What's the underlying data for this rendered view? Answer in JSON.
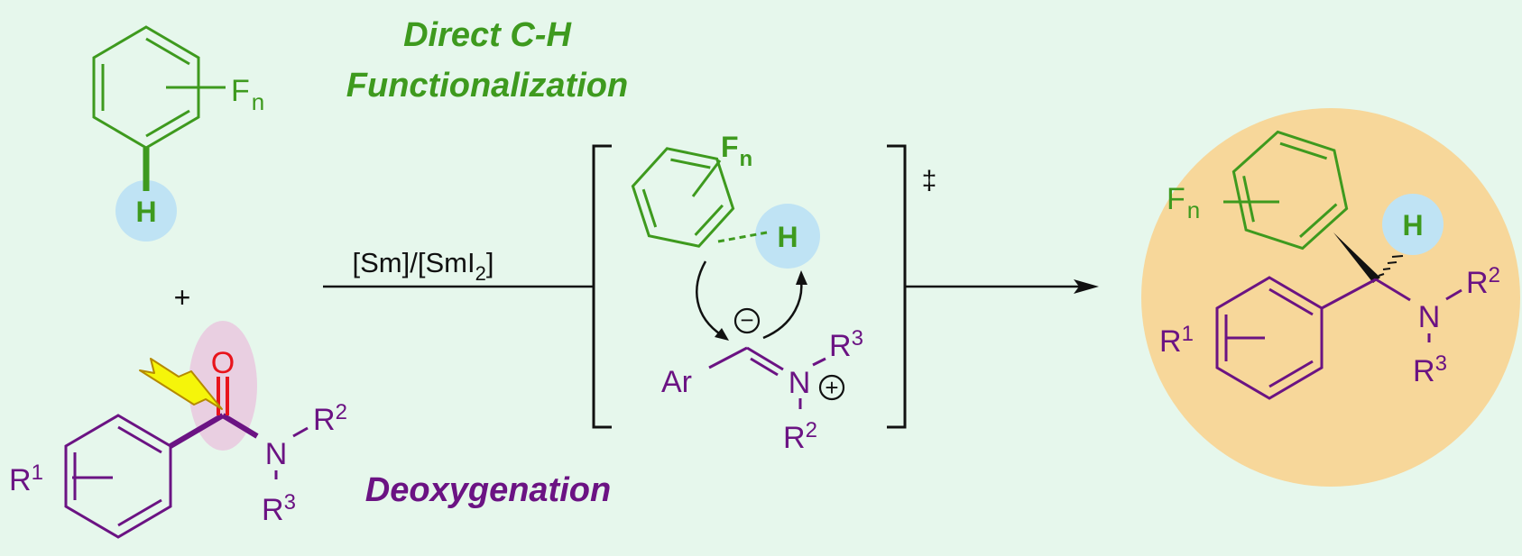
{
  "colors": {
    "background": "#e6f7ec",
    "green": "#3e9a1e",
    "purple": "#6b1383",
    "black": "#111111",
    "red": "#e8141c",
    "h_highlight": "#bfe3f4",
    "o_highlight": "#e9cfe1",
    "product_circle": "#f7d79a",
    "bolt_fill": "#f5f50a",
    "bolt_stroke": "#b58a00"
  },
  "labels": {
    "ch_line1": "Direct C-H",
    "ch_line2": "Functionalization",
    "deoxy": "Deoxygenation",
    "plus": "+",
    "reagent": "[Sm]/[SmI",
    "reagent_sub": "2",
    "reagent_end": "]",
    "dagger": "‡"
  },
  "arene": {
    "F": "F",
    "n": "n",
    "H": "H"
  },
  "amide": {
    "O": "O",
    "N": "N",
    "R1": "R",
    "R1_sup": "1",
    "R2": "R",
    "R2_sup": "2",
    "R3": "R",
    "R3_sup": "3"
  },
  "ts": {
    "F": "F",
    "n": "n",
    "H": "H",
    "minus": "−",
    "plus": "+",
    "Ar": "Ar",
    "N": "N",
    "R3": "R",
    "R3_sup": "3",
    "R2": "R",
    "R2_sup": "2"
  },
  "product": {
    "F": "F",
    "n": "n",
    "H": "H",
    "N": "N",
    "R1": "R",
    "R1_sup": "1",
    "R2": "R",
    "R2_sup": "2",
    "R3": "R",
    "R3_sup": "3"
  }
}
